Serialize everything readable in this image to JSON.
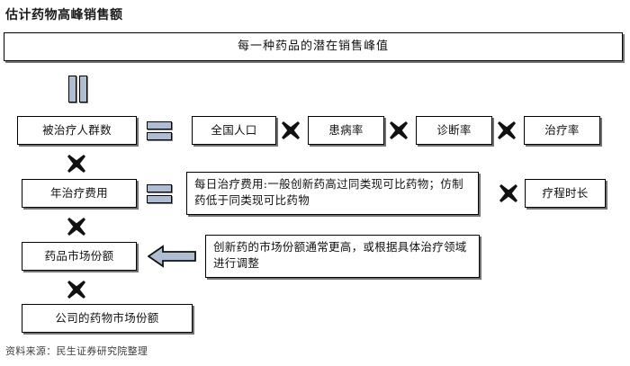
{
  "title": "估计药物高峰销售额",
  "banner": {
    "label": "每一种药品的潜在销售峰值"
  },
  "connectors": {
    "pause_top": "pause-bars",
    "equals_row1": "equals-sign",
    "equals_row2": "equals-sign",
    "multiply": "multiply-x",
    "arrow": "left-arrow"
  },
  "rows": {
    "row1": {
      "left_node": "被治疗人群数",
      "terms": [
        "全国人口",
        "患病率",
        "诊断率",
        "治疗率"
      ]
    },
    "row2": {
      "left_node": "年治疗费用",
      "note": "每日治疗费用:一般创新药高过同类现可比药物；仿制药低于同类现可比药物",
      "right_node": "疗程时长"
    },
    "row3": {
      "left_node": "药品市场份额",
      "note": "创新药的市场份额通常更高，或根据具体治疗领域进行调整"
    },
    "row4": {
      "left_node": "公司的药物市场份额"
    }
  },
  "source": "资料来源：民生证券研究院整理"
}
